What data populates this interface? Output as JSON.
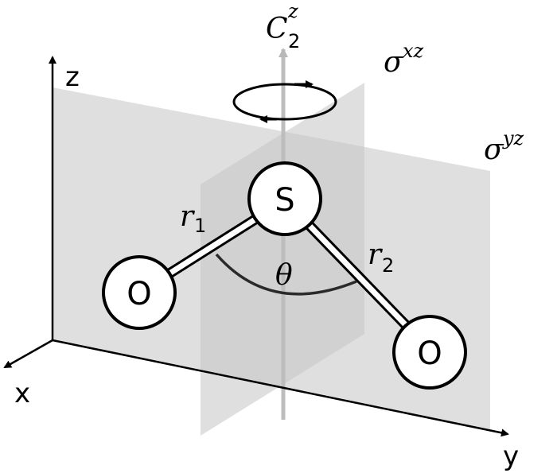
{
  "axes": {
    "x": "x",
    "y": "y",
    "z": "z"
  },
  "symmetry": {
    "rotation_axis_main": "C",
    "rotation_axis_sub": "2",
    "rotation_axis_sup": "z",
    "plane_xz_main": "σ",
    "plane_xz_sup": "xz",
    "plane_yz_main": "σ",
    "plane_yz_sup": "yz"
  },
  "atoms": {
    "center": "S",
    "left": "O",
    "right": "O"
  },
  "bonds": {
    "r1_main": "r",
    "r1_sub": "1",
    "r2_main": "r",
    "r2_sub": "2"
  },
  "angle": "θ",
  "colors": {
    "plane": "#cfcfcf",
    "plane_back": "#e4e4e4",
    "axis": "#000000",
    "c2_axis": "#b8b8b8",
    "atom_fill": "#ffffff",
    "angle_arc": "#2a2a2a"
  }
}
